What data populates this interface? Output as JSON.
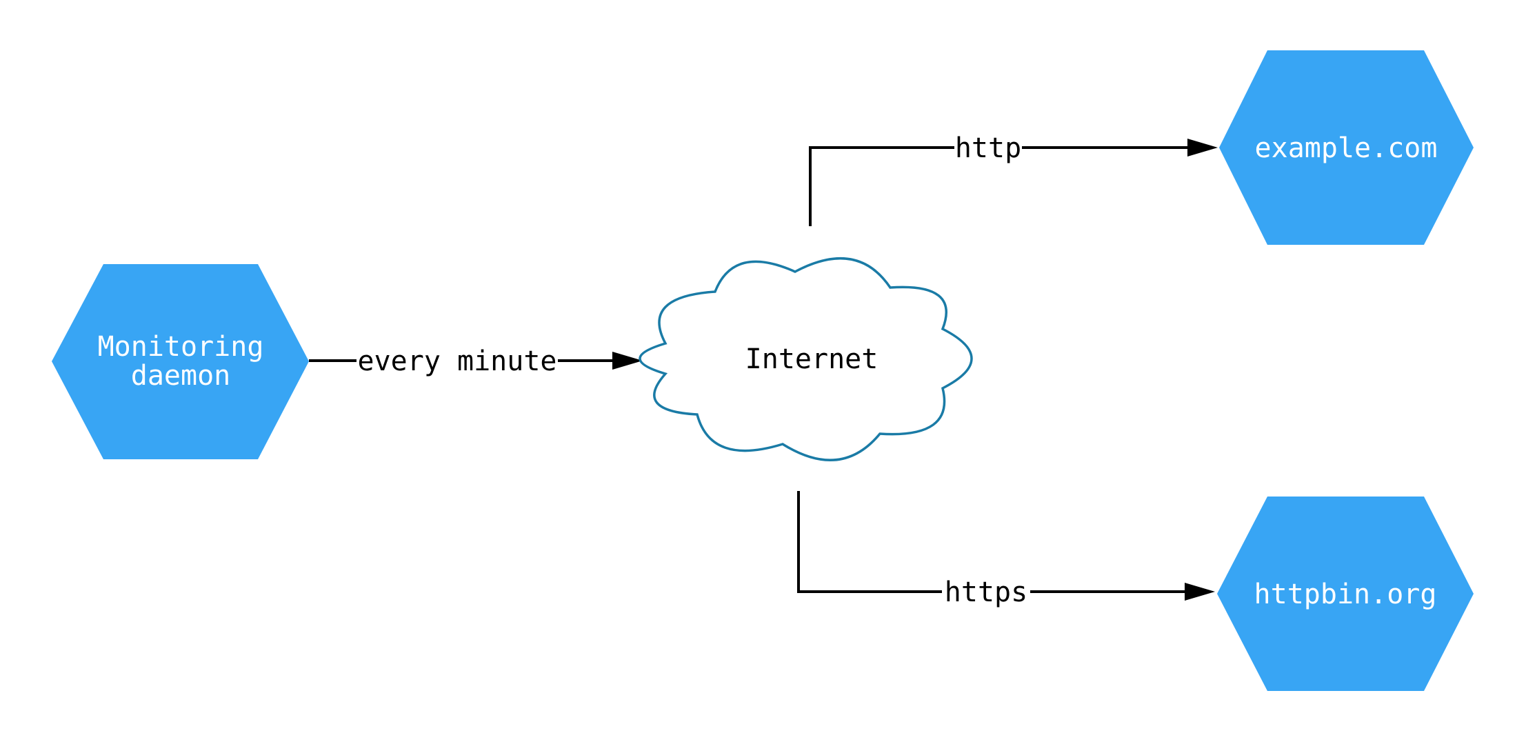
{
  "diagram": {
    "background": "#ffffff",
    "nodes": {
      "monitoring_daemon": {
        "label": "Monitoring daemon",
        "lines": [
          "Monitoring",
          "daemon"
        ],
        "shape": "hexagon"
      },
      "internet": {
        "label": "Internet",
        "shape": "cloud"
      },
      "example_com": {
        "label": "example.com",
        "shape": "hexagon"
      },
      "httpbin_org": {
        "label": "httpbin.org",
        "shape": "hexagon"
      }
    },
    "edges": [
      {
        "from": "monitoring_daemon",
        "to": "internet",
        "label": "every minute"
      },
      {
        "from": "internet",
        "to": "example_com",
        "label": "http"
      },
      {
        "from": "internet",
        "to": "httpbin_org",
        "label": "https"
      }
    ],
    "colors": {
      "node_fill": "#38a5f4",
      "node_text": "#ffffff",
      "cloud_stroke": "#1a7ba6",
      "cloud_fill": "#ffffff",
      "edge": "#000000",
      "edge_label_text": "#000000"
    }
  }
}
